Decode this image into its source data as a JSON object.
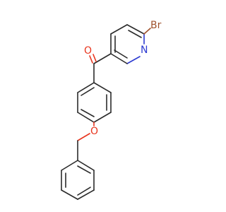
{
  "molecule": {
    "atoms": {
      "bromine": "Br",
      "nitrogen": "N",
      "carbonyl_oxygen": "O",
      "ether_oxygen": "O"
    },
    "colors": {
      "bond": "#2b2b2b",
      "oxygen": "#e8351e",
      "nitrogen": "#2d3bd1",
      "bromine": "#a0522d"
    }
  }
}
